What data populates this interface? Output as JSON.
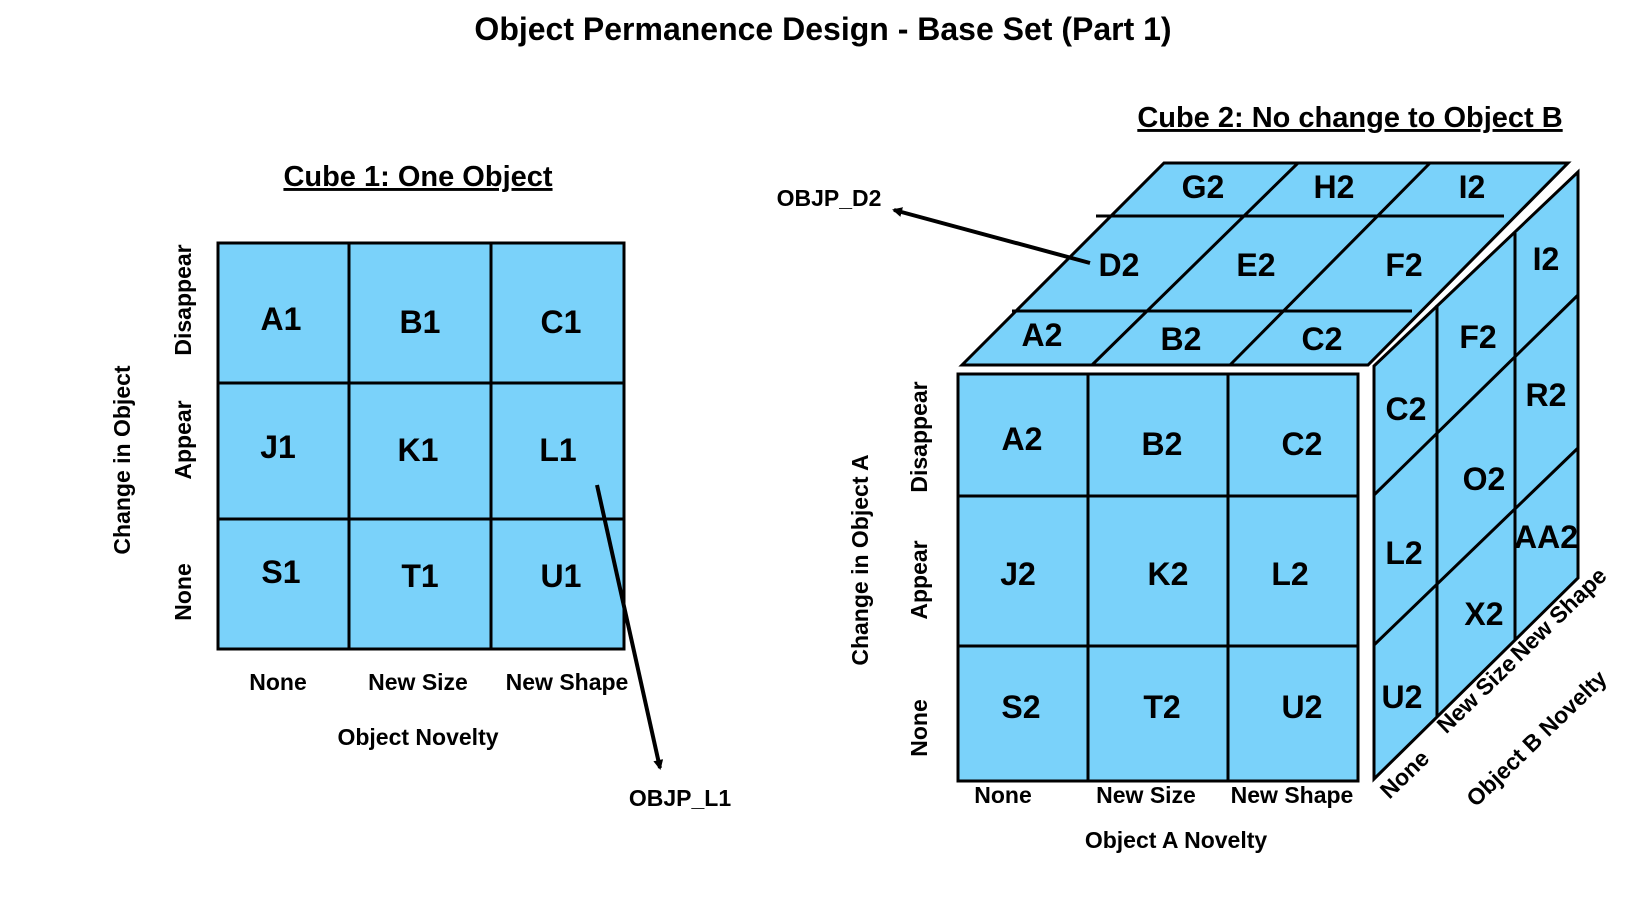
{
  "title": "Object Permanence Design - Base Set (Part 1)",
  "colors": {
    "cell_fill": "#7ad2fa",
    "line": "#000000",
    "background": "#ffffff"
  },
  "cube1": {
    "title": "Cube 1: One Object",
    "y_axis_label": "Change in Object",
    "x_axis_label": "Object Novelty",
    "row_labels": [
      "Disappear",
      "Appear",
      "None"
    ],
    "col_labels": [
      "None",
      "New Size",
      "New Shape"
    ],
    "cells": [
      [
        "A1",
        "B1",
        "C1"
      ],
      [
        "J1",
        "K1",
        "L1"
      ],
      [
        "S1",
        "T1",
        "U1"
      ]
    ],
    "callout": "OBJP_L1"
  },
  "cube2": {
    "title": "Cube 2: No change to Object B",
    "y_axis_label": "Change in Object A",
    "x_axis_label": "Object A Novelty",
    "z_axis_label": "Object B Novelty",
    "row_labels": [
      "Disappear",
      "Appear",
      "None"
    ],
    "col_labels": [
      "None",
      "New Size",
      "New Shape"
    ],
    "depth_labels": [
      "None",
      "New Size",
      "New Shape"
    ],
    "front_cells": [
      [
        "A2",
        "B2",
        "C2"
      ],
      [
        "J2",
        "K2",
        "L2"
      ],
      [
        "S2",
        "T2",
        "U2"
      ]
    ],
    "top_cells": [
      [
        "A2",
        "B2",
        "C2"
      ],
      [
        "D2",
        "E2",
        "F2"
      ],
      [
        "G2",
        "H2",
        "I2"
      ]
    ],
    "side_cells": [
      [
        "C2",
        "F2",
        "I2"
      ],
      [
        "L2",
        "O2",
        "R2"
      ],
      [
        "U2",
        "X2",
        "AA2"
      ]
    ],
    "callout": "OBJP_D2"
  }
}
